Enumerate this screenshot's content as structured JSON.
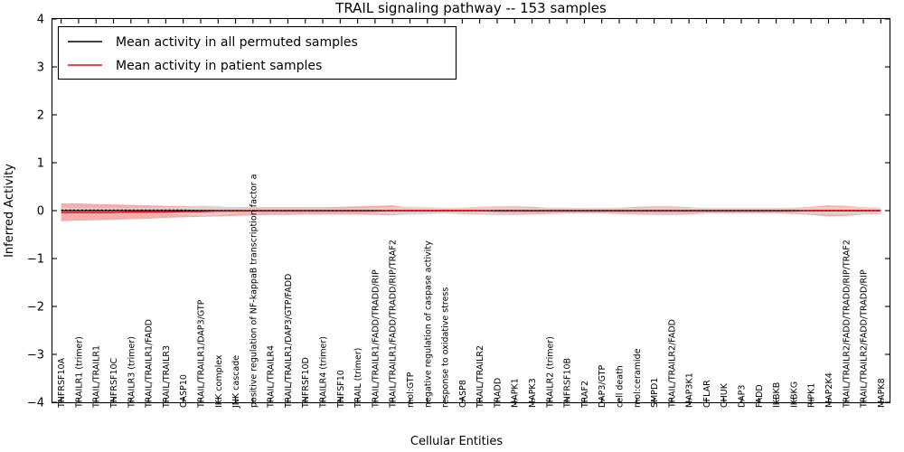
{
  "chart_data": {
    "type": "line",
    "title": "TRAIL signaling pathway -- 153 samples",
    "xlabel": "Cellular Entities",
    "ylabel": "Inferred Activity",
    "ylim": [
      -4,
      4
    ],
    "yticks": [
      -4,
      -3,
      -2,
      -1,
      0,
      1,
      2,
      3,
      4
    ],
    "grid": false,
    "legend_position": "upper left",
    "legend": [
      {
        "label": "Mean activity in all permuted samples",
        "color": "#000000",
        "style": "solid"
      },
      {
        "label": "Mean activity in patient samples",
        "color": "#ff0000",
        "style": "solid"
      }
    ],
    "categories": [
      "TNFRSF10A",
      "TRAILR1 (trimer)",
      "TRAIL/TRAILR1",
      "TNFRSF10C",
      "TRAILR3 (trimer)",
      "TRAIL/TRAILR1/FADD",
      "TRAIL/TRAILR3",
      "CASP10",
      "TRAIL/TRAILR1/DAP3/GTP",
      "IKK complex",
      "JNK cascade",
      "positive regulation of NF-kappaB transcription factor a",
      "TRAIL/TRAILR4",
      "TRAIL/TRAILR1/DAP3/GTP/FADD",
      "TNFRSF10D",
      "TRAILR4 (trimer)",
      "TNFSF10",
      "TRAIL (trimer)",
      "TRAIL/TRAILR1/FADD/TRADD/RIP",
      "TRAIL/TRAILR1/FADD/TRADD/RIP/TRAF2",
      "mol:GTP",
      "negative regulation of caspase activity",
      "response to oxidative stress",
      "CASP8",
      "TRAIL/TRAILR2",
      "TRADD",
      "MAPK1",
      "MAPK3",
      "TRAILR2 (trimer)",
      "TNFRSF10B",
      "TRAF2",
      "DAP3/GTP",
      "cell death",
      "mol:ceramide",
      "SMPD1",
      "TRAIL/TRAILR2/FADD",
      "MAP3K1",
      "CFLAR",
      "CHUK",
      "DAP3",
      "FADD",
      "IKBKB",
      "IKBKG",
      "RIPK1",
      "MAP2K4",
      "TRAIL/TRAILR2/FADD/TRADD/RIP/TRAF2",
      "TRAIL/TRAILR2/FADD/TRADD/RIP",
      "MAPK8"
    ],
    "series": [
      {
        "name": "Mean activity in all permuted samples",
        "color": "#000000",
        "style": "dotted",
        "band_color": "#d9d9d9",
        "values": [
          0.01,
          0.01,
          0.01,
          0.01,
          0.01,
          0.01,
          0.01,
          0.01,
          0.0,
          0.0,
          0.0,
          0.0,
          0.0,
          0.0,
          0.0,
          0.0,
          0.0,
          0.0,
          0.0,
          0.0,
          0.0,
          0.0,
          0.0,
          0.0,
          0.0,
          0.0,
          0.0,
          0.0,
          0.0,
          0.0,
          0.0,
          0.0,
          0.0,
          0.0,
          0.0,
          0.0,
          0.0,
          0.0,
          0.0,
          0.0,
          0.0,
          0.0,
          0.0,
          0.0,
          0.0,
          0.0,
          0.0,
          0.0
        ],
        "band_upper": [
          0.06,
          0.06,
          0.06,
          0.06,
          0.06,
          0.06,
          0.07,
          0.08,
          0.11,
          0.1,
          0.06,
          0.05,
          0.05,
          0.05,
          0.05,
          0.05,
          0.05,
          0.05,
          0.06,
          0.07,
          0.09,
          0.08,
          0.06,
          0.06,
          0.07,
          0.08,
          0.07,
          0.06,
          0.06,
          0.06,
          0.06,
          0.06,
          0.06,
          0.06,
          0.07,
          0.07,
          0.06,
          0.06,
          0.06,
          0.06,
          0.06,
          0.06,
          0.06,
          0.07,
          0.08,
          0.08,
          0.07,
          0.06
        ],
        "band_lower": [
          -0.06,
          -0.06,
          -0.06,
          -0.06,
          -0.06,
          -0.06,
          -0.07,
          -0.08,
          -0.11,
          -0.1,
          -0.06,
          -0.05,
          -0.05,
          -0.05,
          -0.05,
          -0.05,
          -0.05,
          -0.05,
          -0.06,
          -0.07,
          -0.09,
          -0.08,
          -0.06,
          -0.06,
          -0.07,
          -0.08,
          -0.07,
          -0.06,
          -0.06,
          -0.06,
          -0.06,
          -0.06,
          -0.06,
          -0.06,
          -0.07,
          -0.07,
          -0.06,
          -0.06,
          -0.06,
          -0.06,
          -0.06,
          -0.06,
          -0.06,
          -0.07,
          -0.08,
          -0.08,
          -0.07,
          -0.06
        ]
      },
      {
        "name": "Mean activity in patient samples",
        "color": "#ff0000",
        "style": "solid",
        "band_color": "#f7a6a6",
        "values": [
          -0.04,
          -0.04,
          -0.04,
          -0.04,
          -0.03,
          -0.03,
          -0.03,
          -0.02,
          -0.02,
          -0.01,
          -0.01,
          -0.01,
          -0.01,
          -0.01,
          -0.01,
          -0.01,
          -0.01,
          -0.01,
          -0.01,
          0.0,
          0.0,
          0.0,
          0.0,
          0.0,
          0.0,
          -0.01,
          -0.01,
          -0.01,
          -0.01,
          -0.01,
          -0.01,
          -0.01,
          -0.01,
          -0.01,
          -0.01,
          -0.01,
          -0.01,
          -0.01,
          -0.01,
          -0.01,
          -0.01,
          -0.01,
          -0.01,
          0.0,
          0.0,
          0.0,
          0.0,
          0.0
        ],
        "band_upper": [
          0.15,
          0.15,
          0.14,
          0.13,
          0.12,
          0.11,
          0.1,
          0.1,
          0.09,
          0.08,
          0.07,
          0.07,
          0.07,
          0.07,
          0.07,
          0.07,
          0.08,
          0.09,
          0.1,
          0.11,
          0.06,
          0.05,
          0.05,
          0.06,
          0.08,
          0.09,
          0.09,
          0.08,
          0.06,
          0.06,
          0.05,
          0.05,
          0.06,
          0.08,
          0.09,
          0.09,
          0.07,
          0.05,
          0.05,
          0.05,
          0.05,
          0.05,
          0.06,
          0.08,
          0.11,
          0.1,
          0.07,
          0.06
        ],
        "band_lower": [
          -0.22,
          -0.21,
          -0.2,
          -0.19,
          -0.18,
          -0.17,
          -0.15,
          -0.14,
          -0.13,
          -0.12,
          -0.11,
          -0.1,
          -0.09,
          -0.09,
          -0.08,
          -0.08,
          -0.08,
          -0.08,
          -0.09,
          -0.1,
          -0.07,
          -0.06,
          -0.06,
          -0.07,
          -0.08,
          -0.09,
          -0.09,
          -0.08,
          -0.07,
          -0.06,
          -0.06,
          -0.06,
          -0.07,
          -0.08,
          -0.09,
          -0.09,
          -0.08,
          -0.06,
          -0.06,
          -0.06,
          -0.06,
          -0.06,
          -0.07,
          -0.09,
          -0.12,
          -0.11,
          -0.08,
          -0.07
        ]
      }
    ]
  }
}
